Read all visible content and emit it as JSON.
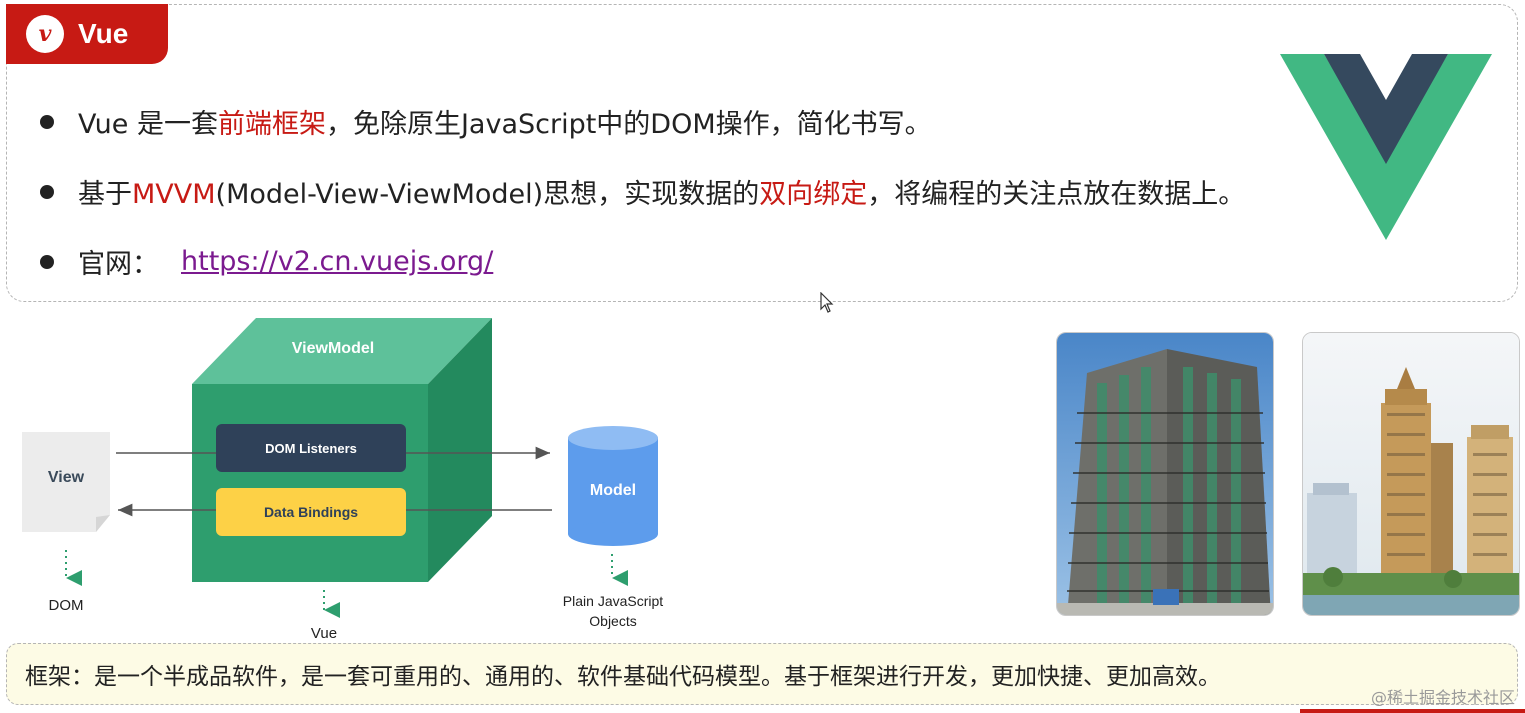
{
  "header": {
    "badge": "v",
    "title": "Vue"
  },
  "bullets": [
    {
      "parts": [
        {
          "t": "Vue 是一套",
          "red": false
        },
        {
          "t": "前端框架",
          "red": true
        },
        {
          "t": "，免除原生JavaScript中的DOM操作，简化书写。",
          "red": false
        }
      ]
    },
    {
      "parts": [
        {
          "t": "基于",
          "red": false
        },
        {
          "t": "MVVM",
          "red": true
        },
        {
          "t": "(Model-View-ViewModel)思想，实现数据的",
          "red": false
        },
        {
          "t": "双向绑定",
          "red": true
        },
        {
          "t": "，将编程的关注点放在数据上。",
          "red": false
        }
      ]
    }
  ],
  "website": {
    "label": "官网：",
    "url": "https://v2.cn.vuejs.org/"
  },
  "diagram": {
    "viewmodel": "ViewModel",
    "view": "View",
    "dom_listeners": "DOM Listeners",
    "data_bindings": "Data Bindings",
    "model": "Model",
    "dom": "DOM",
    "vue": "Vue",
    "plain_js_line1": "Plain JavaScript",
    "plain_js_line2": "Objects"
  },
  "note": "框架：是一个半成品软件，是一套可重用的、通用的、软件基础代码模型。基于框架进行开发，更加快捷、更加高效。",
  "watermark": "@稀土掘金技术社区",
  "colors": {
    "accent_red": "#c71a14",
    "vue_green": "#41b883",
    "vue_dark": "#35495e",
    "cube_front": "#2e9e6e",
    "data_bindings_yellow": "#fdd146",
    "model_blue": "#5d9cec",
    "link_purple": "#7b1a8f"
  }
}
